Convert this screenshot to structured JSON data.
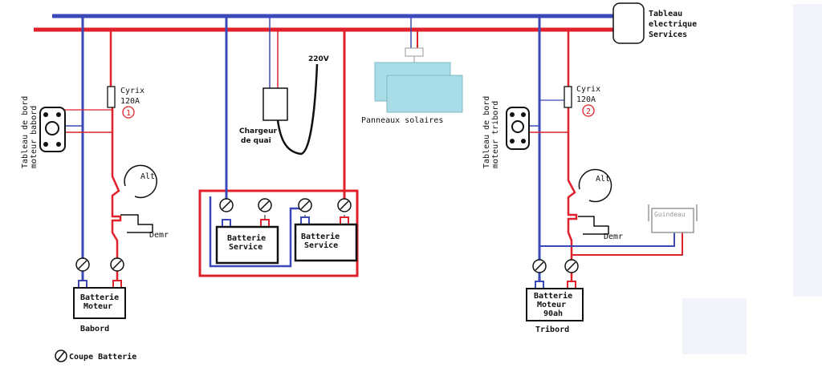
{
  "colors": {
    "positive": "#e0202a",
    "negative": "#3a48b8",
    "solar_fill": "#a8dde8",
    "panel_bg": "#f1f4fa"
  },
  "labels": {
    "tableau_services": [
      "Tableau",
      "electrique",
      "Services"
    ],
    "voltage": "220V",
    "chargeur": [
      "Chargeur",
      "de quai"
    ],
    "panneaux": "Panneaux solaires",
    "cyrix_left": [
      "Cyrix",
      "120A"
    ],
    "cyrix_left_num": "1",
    "cyrix_right": [
      "Cyrix",
      "120A"
    ],
    "cyrix_right_num": "2",
    "tableau_babord": [
      "Tableau de bord",
      "moteur babord"
    ],
    "tableau_tribord": [
      "Tableau de bord",
      "moteur tribord"
    ],
    "alt_left": "Alt",
    "alt_right": "Alt",
    "demr_left": "Demr",
    "demr_right": "Demr",
    "guindeau": "Guindeau",
    "batterie_service_1": [
      "Batterie",
      "Service"
    ],
    "batterie_service_2": [
      "Batterie",
      "Service"
    ],
    "batterie_moteur_left": [
      "Batterie",
      "Moteur"
    ],
    "batterie_moteur_right": [
      "Batterie",
      "Moteur",
      "90ah"
    ],
    "babord": "Babord",
    "tribord": "Tribord",
    "legend": "Coupe Batterie"
  }
}
